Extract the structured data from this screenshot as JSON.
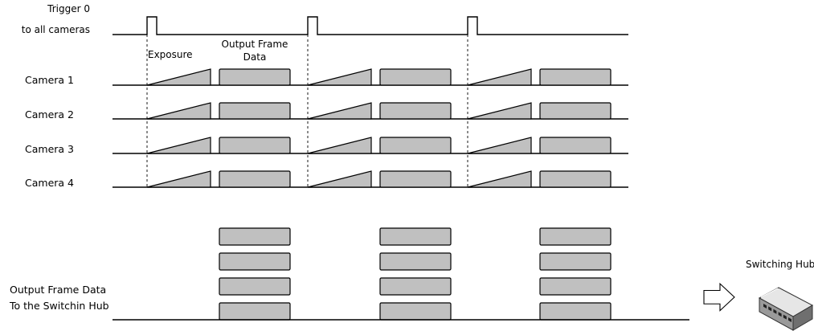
{
  "trigger_label": [
    "Trigger 0",
    "to all cameras"
  ],
  "exposure_label": "Exposure",
  "output_frame_label": [
    "Output Frame",
    "Data"
  ],
  "cameras": [
    "Camera 1",
    "Camera 2",
    "Camera 3",
    "Camera 4"
  ],
  "output_data_label": [
    "Output Frame Data",
    "To the Switchin Hub"
  ],
  "hub_label": "Switching Hub",
  "colors": {
    "block_fill": "#c0c0c0",
    "stroke": "#000000"
  }
}
